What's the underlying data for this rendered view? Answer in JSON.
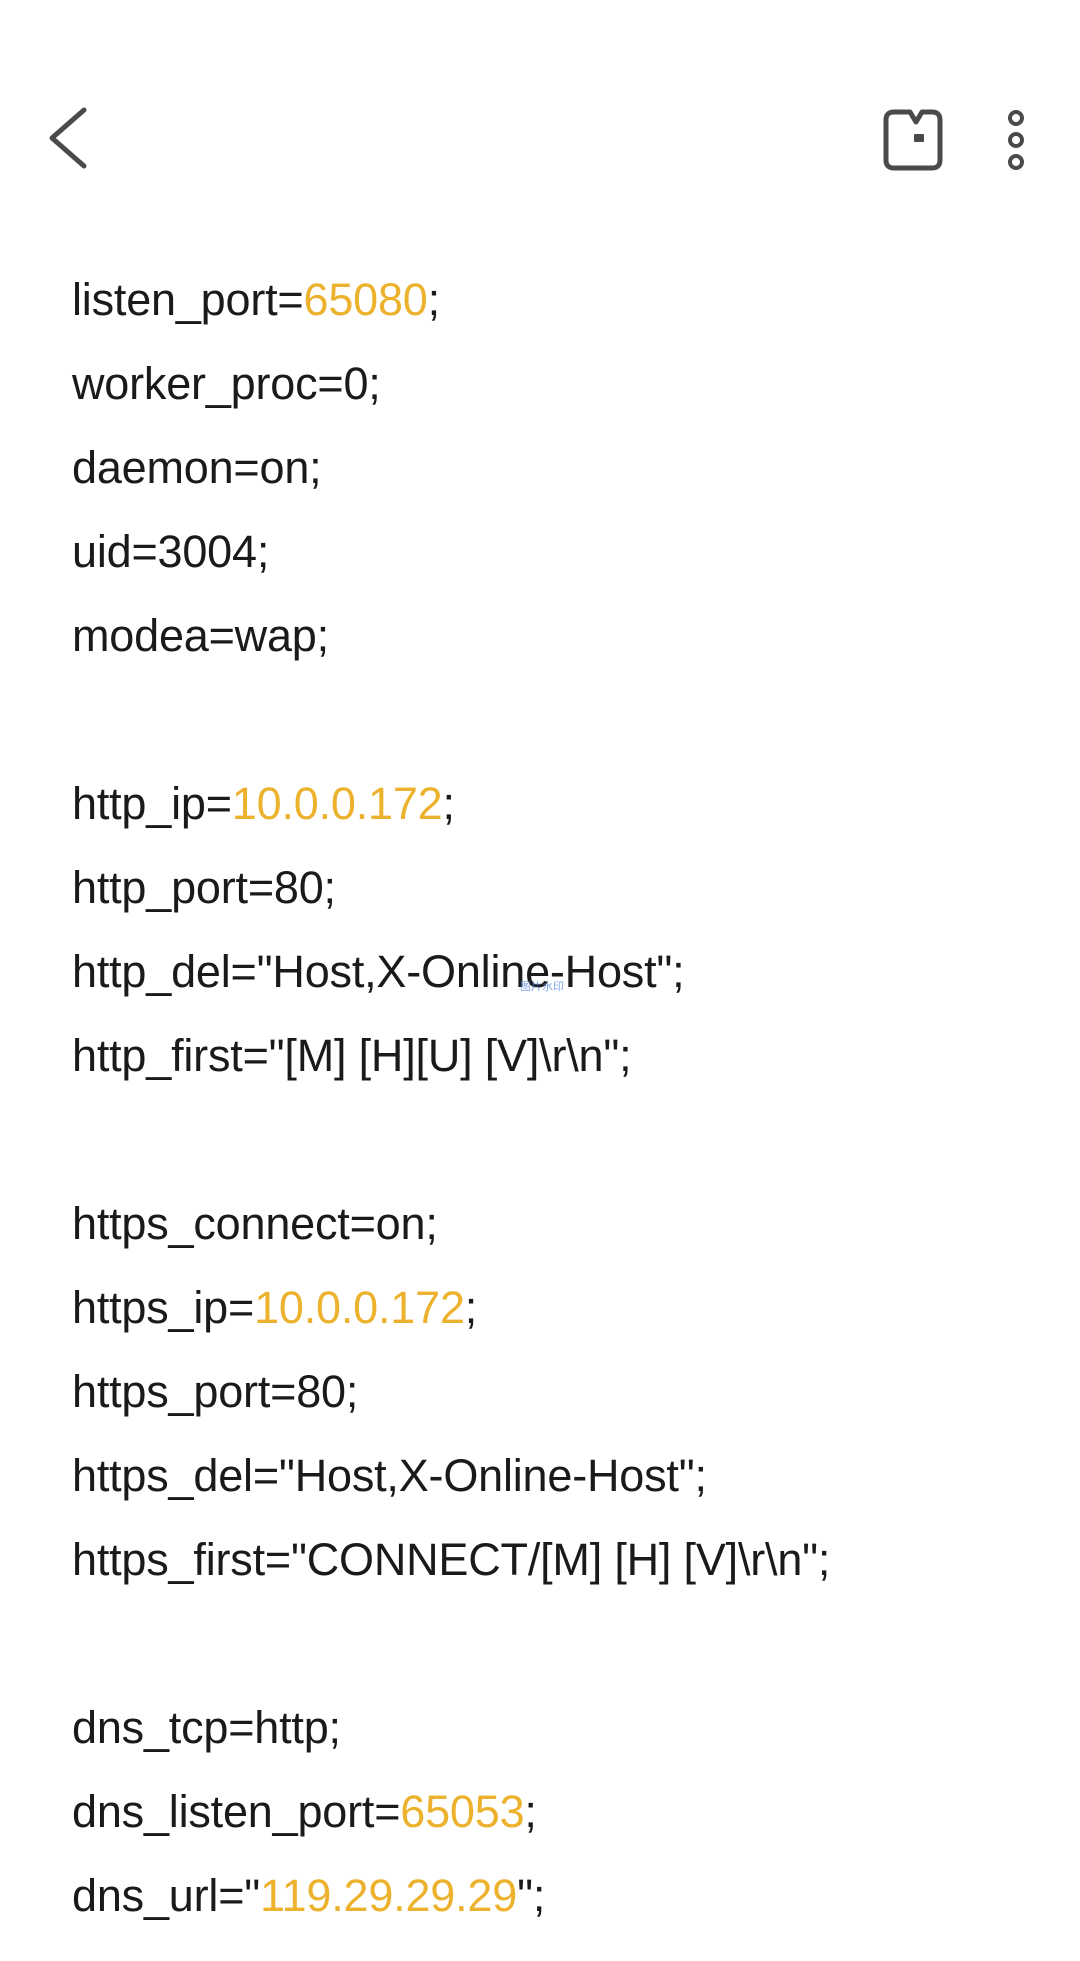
{
  "colors": {
    "text": "#1a1a1a",
    "number_highlight": "#ecb22e",
    "icon": "#4a4a4a",
    "background": "#ffffff"
  },
  "toolbar": {
    "back_icon": "chevron-left-icon",
    "note_icon": "note-icon",
    "more_icon": "more-vertical-icon"
  },
  "watermark": "图片水印",
  "lines": [
    {
      "pre": "listen_port=",
      "num": "65080",
      "post": ";"
    },
    {
      "pre": "worker_proc=0;",
      "num": "",
      "post": ""
    },
    {
      "pre": "daemon=on;",
      "num": "",
      "post": ""
    },
    {
      "pre": "uid=3004;",
      "num": "",
      "post": ""
    },
    {
      "pre": "modea=wap;",
      "num": "",
      "post": ""
    },
    {
      "pre": "",
      "num": "",
      "post": ""
    },
    {
      "pre": "http_ip=",
      "num": "10.0.0.172",
      "post": ";"
    },
    {
      "pre": "http_port=80;",
      "num": "",
      "post": ""
    },
    {
      "pre": "http_del=\"Host,X-Online-Host\";",
      "num": "",
      "post": ""
    },
    {
      "pre": "http_first=\"[M] [H][U] [V]\\r\\n\";",
      "num": "",
      "post": ""
    },
    {
      "pre": "",
      "num": "",
      "post": ""
    },
    {
      "pre": "https_connect=on;",
      "num": "",
      "post": ""
    },
    {
      "pre": "https_ip=",
      "num": "10.0.0.172",
      "post": ";"
    },
    {
      "pre": "https_port=80;",
      "num": "",
      "post": ""
    },
    {
      "pre": "https_del=\"Host,X-Online-Host\";",
      "num": "",
      "post": ""
    },
    {
      "pre": "https_first=\"CONNECT/[M] [H] [V]\\r\\n\";",
      "num": "",
      "post": ""
    },
    {
      "pre": "",
      "num": "",
      "post": ""
    },
    {
      "pre": "dns_tcp=http;",
      "num": "",
      "post": ""
    },
    {
      "pre": "dns_listen_port=",
      "num": "65053",
      "post": ";"
    },
    {
      "pre": "dns_url=\"",
      "num": "119.29.29.29",
      "post": "\";"
    }
  ]
}
